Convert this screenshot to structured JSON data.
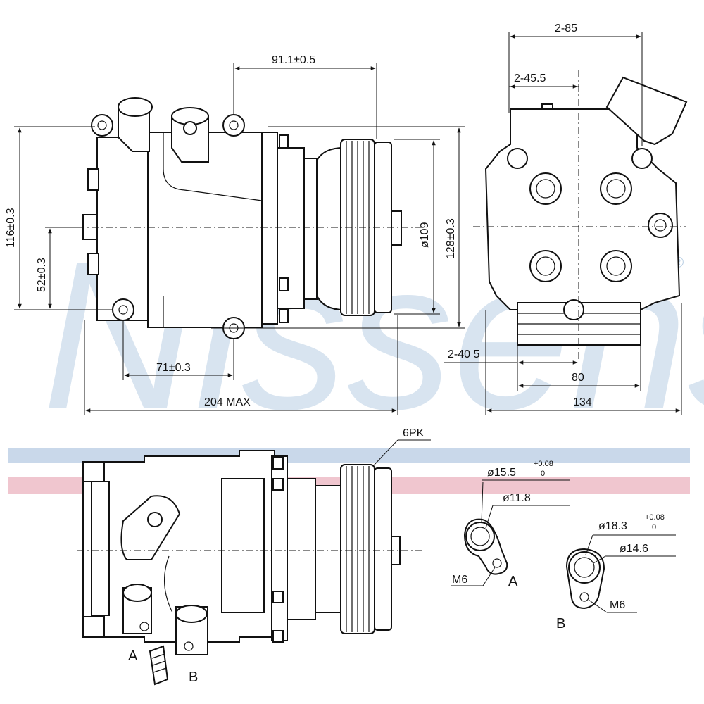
{
  "watermark": {
    "text": "Nissens",
    "mark": "®",
    "color": "#b9cfe4"
  },
  "bands": {
    "blue": "#c9d8ea",
    "pink": "#f0c6cf"
  },
  "dimensions": {
    "d_91": "91.1±0.5",
    "d_116": "116±0.3",
    "d_52": "52±0.3",
    "d_71": "71±0.3",
    "d_204": "204 MAX",
    "d_109": "ø109",
    "d_128": "128±0.3",
    "d_285": "2-85",
    "d_2455": "2-45.5",
    "d_2405": "2-40 5",
    "d_80": "80",
    "d_134": "134"
  },
  "labels": {
    "belt": "6PK",
    "fitting_a_outer": "ø15.5",
    "fitting_a_tol_upper": "+0.08",
    "fitting_a_tol_lower": "0",
    "fitting_a_inner": "ø11.8",
    "fitting_a_thread": "M6",
    "fitting_a_letter": "A",
    "fitting_b_outer": "ø18.3",
    "fitting_b_tol_upper": "+0.08",
    "fitting_b_tol_lower": "0",
    "fitting_b_inner": "ø14.6",
    "fitting_b_thread": "M6",
    "fitting_b_letter": "B",
    "port_a": "A",
    "port_b": "B"
  }
}
